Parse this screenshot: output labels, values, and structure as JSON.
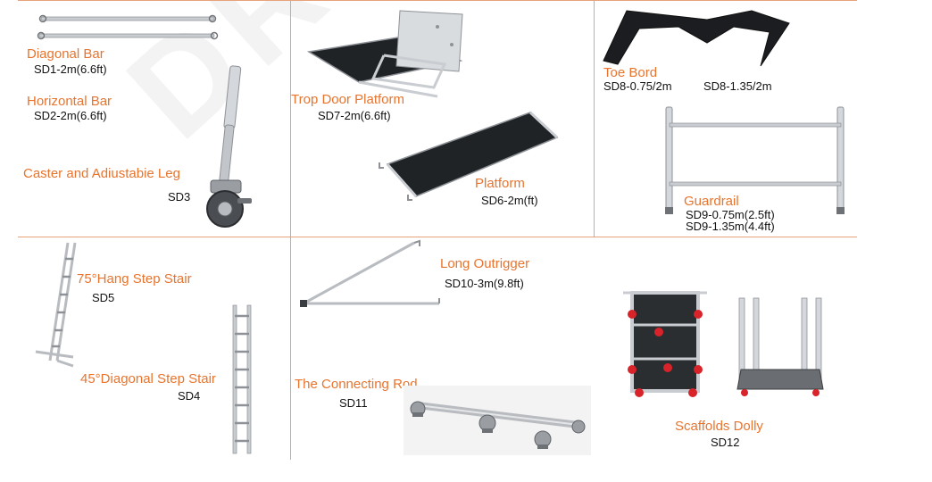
{
  "watermark": "DRAJON",
  "colors": {
    "label": "#e8742e",
    "code": "#111111",
    "grid": "#e8a27a",
    "metal": "#c9ccd0",
    "metal_dark": "#8e9297",
    "deck": "#1f2326",
    "caster_red": "#d8232a"
  },
  "products": [
    {
      "id": "diagonal-bar",
      "label": "Diagonal Bar",
      "codes": [
        "SD1-2m(6.6ft)"
      ]
    },
    {
      "id": "horizontal-bar",
      "label": "Horizontal Bar",
      "codes": [
        "SD2-2m(6.6ft)"
      ]
    },
    {
      "id": "caster-leg",
      "label": "Caster and Adiustabie Leg",
      "codes": [
        "SD3"
      ]
    },
    {
      "id": "trop-door-platform",
      "label": "Trop Door Platform",
      "codes": [
        "SD7-2m(6.6ft)"
      ]
    },
    {
      "id": "platform",
      "label": "Platform",
      "codes": [
        "SD6-2m(ft)"
      ]
    },
    {
      "id": "toe-bord",
      "label": "Toe Bord",
      "codes": [
        "SD8-0.75/2m",
        "SD8-1.35/2m"
      ]
    },
    {
      "id": "guardrail",
      "label": "Guardrail",
      "codes": [
        "SD9-0.75m(2.5ft)",
        "SD9-1.35m(4.4ft)"
      ]
    },
    {
      "id": "hang-step-stair",
      "label": "75°Hang Step Stair",
      "codes": [
        "SD5"
      ]
    },
    {
      "id": "diagonal-step-stair",
      "label": "45°Diagonal Step Stair",
      "codes": [
        "SD4"
      ]
    },
    {
      "id": "long-outrigger",
      "label": "Long Outrigger",
      "codes": [
        "SD10-3m(9.8ft)"
      ]
    },
    {
      "id": "connecting-rod",
      "label": "The Connecting Rod",
      "codes": [
        "SD11"
      ]
    },
    {
      "id": "scaffolds-dolly",
      "label": "Scaffolds Dolly",
      "codes": [
        "SD12"
      ]
    }
  ]
}
